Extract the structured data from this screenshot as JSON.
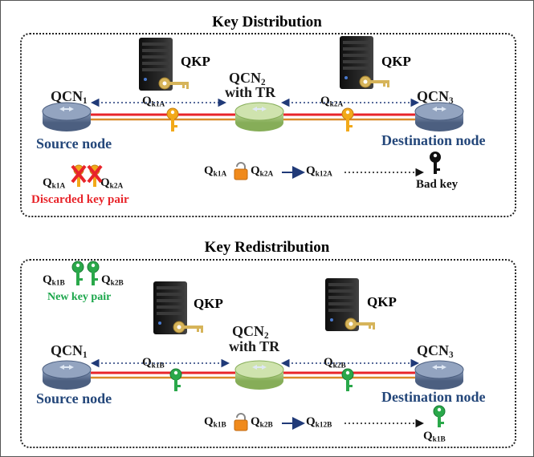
{
  "panels": [
    {
      "title": "Key Distribution",
      "servers": [
        {
          "label": "QKP"
        },
        {
          "label": "QKP"
        }
      ],
      "nodes": [
        {
          "name": "QCN",
          "sub": "1",
          "caption": "Source node"
        },
        {
          "name": "QCN",
          "sub": "2",
          "extra": "with TR"
        },
        {
          "name": "QCN",
          "sub": "3",
          "caption": "Destination node"
        }
      ],
      "link_keys": [
        {
          "q": "Q",
          "sub": "k1A"
        },
        {
          "q": "Q",
          "sub": "k2A"
        }
      ],
      "pair": {
        "left": {
          "q": "Q",
          "sub": "k1A"
        },
        "right": {
          "q": "Q",
          "sub": "k2A"
        },
        "caption": "Discarded key pair",
        "icon": "crossed-key-icon"
      },
      "combine": {
        "a": {
          "q": "Q",
          "sub": "k1A"
        },
        "b": {
          "q": "Q",
          "sub": "k2A"
        },
        "result": {
          "q": "Q",
          "sub": "k12A"
        },
        "end_caption": "Bad key",
        "end_icon": "black-key-icon"
      },
      "key_color": "#f2a91a"
    },
    {
      "title": "Key Redistribution",
      "servers": [
        {
          "label": "QKP"
        },
        {
          "label": "QKP"
        }
      ],
      "nodes": [
        {
          "name": "QCN",
          "sub": "1",
          "caption": "Source node"
        },
        {
          "name": "QCN",
          "sub": "2",
          "extra": "with TR"
        },
        {
          "name": "QCN",
          "sub": "3",
          "caption": "Destination node"
        }
      ],
      "link_keys": [
        {
          "q": "Q",
          "sub": "k1B"
        },
        {
          "q": "Q",
          "sub": "k2B"
        }
      ],
      "pair": {
        "left": {
          "q": "Q",
          "sub": "k1B"
        },
        "right": {
          "q": "Q",
          "sub": "k2B"
        },
        "caption": "New key pair",
        "icon": "green-key-icon"
      },
      "combine": {
        "a": {
          "q": "Q",
          "sub": "k1B"
        },
        "b": {
          "q": "Q",
          "sub": "k2B"
        },
        "result": {
          "q": "Q",
          "sub": "k12B"
        },
        "end_label": {
          "q": "Q",
          "sub": "k1B"
        },
        "end_icon": "green-key-icon"
      },
      "key_color": "#2aa84a"
    }
  ],
  "colors": {
    "link_red": "#e8242a",
    "link_orange": "#d98a2a",
    "router_blue": "#5f7596",
    "router_green": "#9cc070",
    "server_dark": "#1c1c1c",
    "arrow_blue": "#203a78",
    "lock_orange": "#f08a1c"
  }
}
